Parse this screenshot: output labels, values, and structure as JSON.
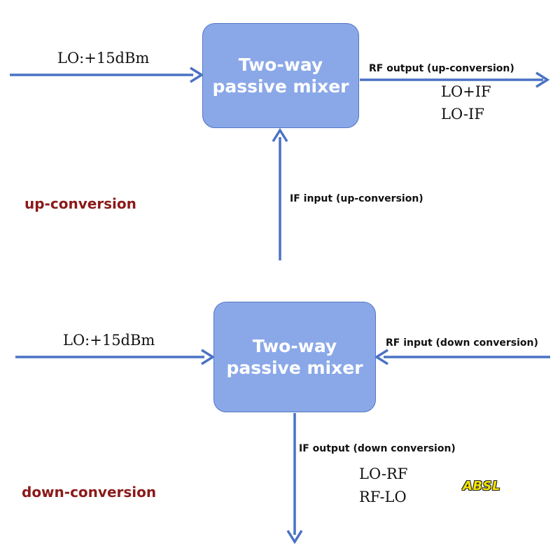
{
  "colors": {
    "arrow": "#4a72c4",
    "mixer_fill": "#8aa8e8",
    "mixer_border": "#5275c4",
    "mixer_text": "#ffffff",
    "mode_label": "#8b1a1a",
    "watermark": "#f2e200"
  },
  "up": {
    "mixer": {
      "line1": "Two-way",
      "line2": "passive mixer"
    },
    "lo_label": "LO:+15dBm",
    "rf_output_label": "RF output (up-conversion)",
    "rf_products": [
      "LO+IF",
      "LO-IF"
    ],
    "if_input_label": "IF input (up-conversion)",
    "mode_label": "up-conversion"
  },
  "down": {
    "mixer": {
      "line1": "Two-way",
      "line2": "passive mixer"
    },
    "lo_label": "LO:+15dBm",
    "rf_input_label": "RF input (down conversion)",
    "if_output_label": "IF output (down conversion)",
    "if_products": [
      "LO-RF",
      "RF-LO"
    ],
    "mode_label": "down-conversion"
  },
  "watermark": "ABSL"
}
